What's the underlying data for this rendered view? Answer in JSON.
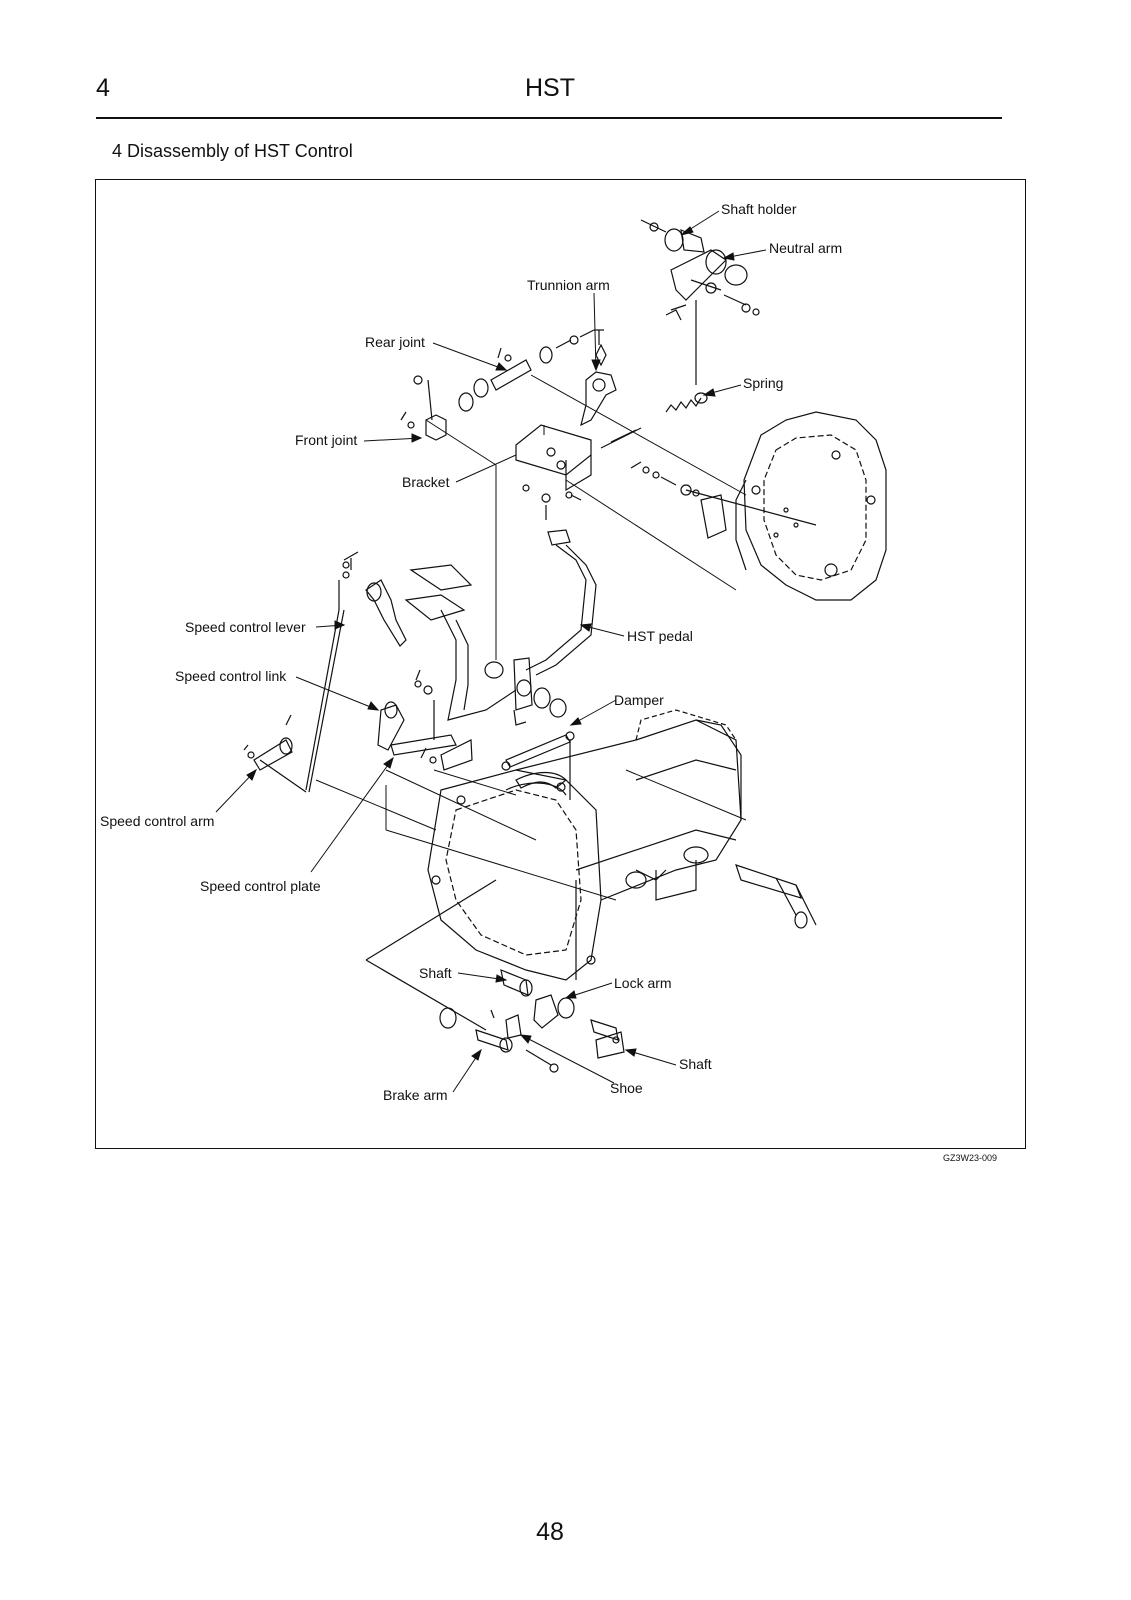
{
  "header": {
    "chapter_number": "4",
    "title": "HST"
  },
  "section": {
    "heading": "4   Disassembly of HST Control"
  },
  "figure": {
    "code": "GZ3W23-009",
    "labels": {
      "shaft_holder": "Shaft holder",
      "neutral_arm": "Neutral arm",
      "trunnion_arm": "Trunnion arm",
      "rear_joint": "Rear joint",
      "spring": "Spring",
      "front_joint": "Front joint",
      "bracket": "Bracket",
      "speed_control_lever": "Speed control lever",
      "hst_pedal": "HST pedal",
      "speed_control_link": "Speed control link",
      "damper": "Damper",
      "speed_control_arm": "Speed control arm",
      "speed_control_plate": "Speed control plate",
      "shaft_upper": "Shaft",
      "lock_arm": "Lock arm",
      "shaft_right": "Shaft",
      "shoe": "Shoe",
      "brake_arm": "Brake arm"
    }
  },
  "footer": {
    "page_number": "48"
  }
}
